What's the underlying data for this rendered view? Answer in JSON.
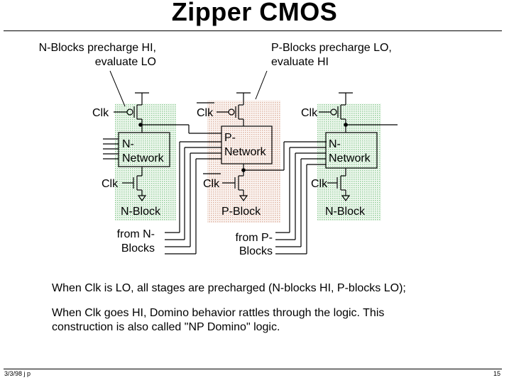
{
  "title": "Zipper CMOS",
  "annotations": {
    "n_blocks_line1": "N-Blocks precharge HI,",
    "n_blocks_line2": "evaluate LO",
    "p_blocks_line1": "P-Blocks precharge LO,",
    "p_blocks_line2": "evaluate HI"
  },
  "diagram": {
    "clk_label": "Clk",
    "n_network_line1": "N-",
    "n_network_line2": "Network",
    "p_network_line1": "P-",
    "p_network_line2": "Network",
    "n_block_label": "N-Block",
    "p_block_label": "P-Block",
    "from_n_line1": "from N-",
    "from_n_line2": "Blocks",
    "from_p_line1": "from P-",
    "from_p_line2": "Blocks",
    "colors": {
      "n_block_shade": "#2e9e3a",
      "p_block_shade": "#c0704e"
    }
  },
  "captions": {
    "line1": "When Clk is LO, all stages are precharged (N-blocks HI, P-blocks  LO);",
    "line2a": "When Clk goes HI, Domino behavior rattles through the logic.  This",
    "line2b": "construction is also called \"NP Domino\" logic."
  },
  "footer": {
    "date": "3/3/98  j p",
    "page": "15"
  }
}
